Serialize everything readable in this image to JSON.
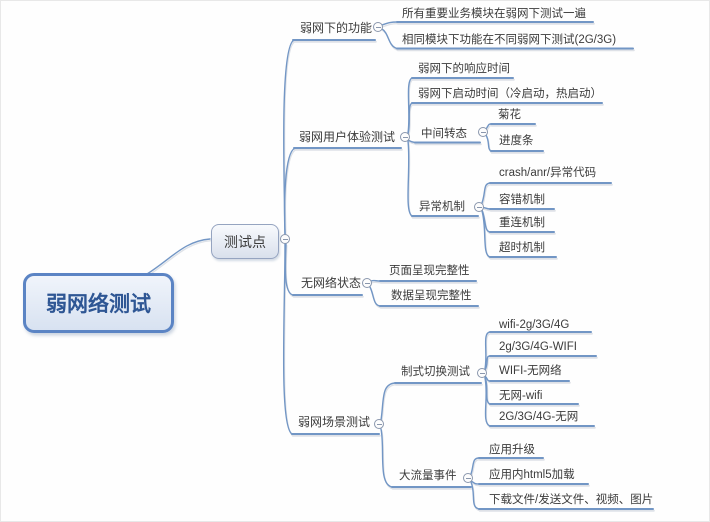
{
  "colors": {
    "line": "#7296c5",
    "line_shadow": "#cdd3db",
    "root_border": "#5b84c4",
    "root_fill_top": "#f0f4fb",
    "root_fill_bottom": "#d8e2f1",
    "root_text": "#2e5694",
    "hub_border": "#95a4c0",
    "hub_fill_top": "#f8fafd",
    "hub_fill_bottom": "#d9e0ec",
    "node_text": "#3b3b3b"
  },
  "mindmap": {
    "root": {
      "label": "弱网络测试"
    },
    "hub": {
      "label": "测试点"
    },
    "branches": [
      {
        "label": "弱网下的功能",
        "children": [
          {
            "label": "所有重要业务模块在弱网下测试一遍"
          },
          {
            "label": "相同模块下功能在不同弱网下测试(2G/3G)"
          }
        ]
      },
      {
        "label": "弱网用户体验测试",
        "children": [
          {
            "label": "弱网下的响应时间"
          },
          {
            "label": "弱网下启动时间（冷启动，热启动）"
          },
          {
            "label": "中间转态",
            "children": [
              {
                "label": "菊花"
              },
              {
                "label": "进度条"
              }
            ]
          },
          {
            "label": "异常机制",
            "children": [
              {
                "label": "crash/anr/异常代码"
              },
              {
                "label": "容错机制"
              },
              {
                "label": "重连机制"
              },
              {
                "label": "超时机制"
              }
            ]
          }
        ]
      },
      {
        "label": "无网络状态",
        "children": [
          {
            "label": "页面呈现完整性"
          },
          {
            "label": "数据呈现完整性"
          }
        ]
      },
      {
        "label": "弱网场景测试",
        "children": [
          {
            "label": "制式切换测试",
            "children": [
              {
                "label": "wifi-2g/3G/4G"
              },
              {
                "label": "2g/3G/4G-WIFI"
              },
              {
                "label": "WIFI-无网络"
              },
              {
                "label": "无网-wifi"
              },
              {
                "label": "2G/3G/4G-无网"
              }
            ]
          },
          {
            "label": "大流量事件",
            "children": [
              {
                "label": "应用升级"
              },
              {
                "label": "应用内html5加载"
              },
              {
                "label": "下载文件/发送文件、视频、图片"
              }
            ]
          }
        ]
      }
    ]
  }
}
